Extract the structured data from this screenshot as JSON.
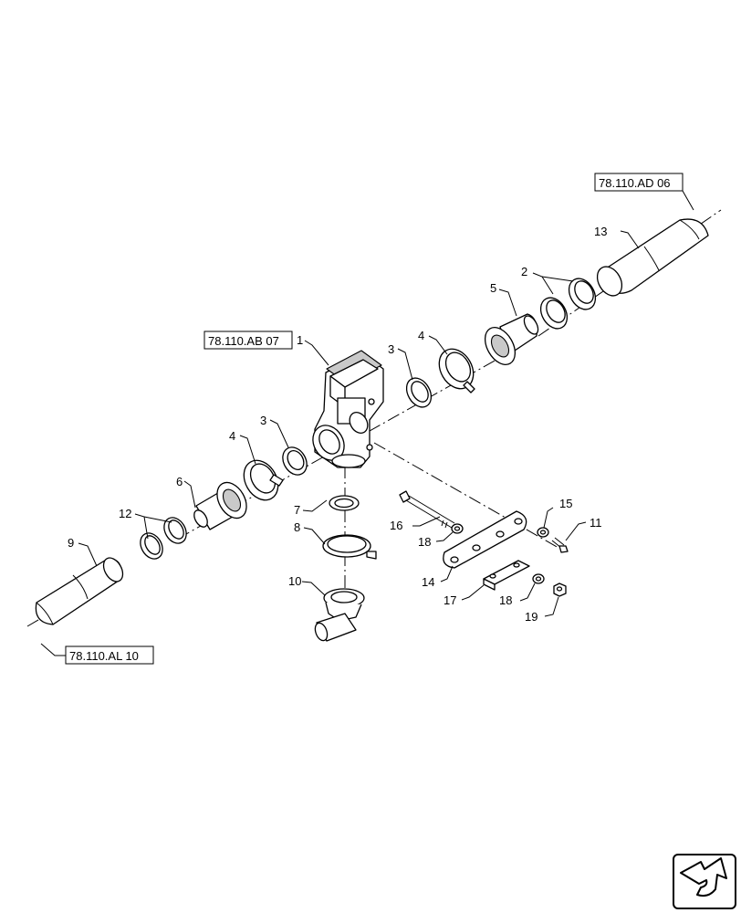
{
  "references": {
    "ref_top": "78.110.AD 06",
    "ref_mid": "78.110.AB 07",
    "ref_bottom": "78.110.AL 10"
  },
  "callouts": {
    "c1": "1",
    "c2": "2",
    "c3a": "3",
    "c3b": "3",
    "c4a": "4",
    "c4b": "4",
    "c5": "5",
    "c6": "6",
    "c7": "7",
    "c8": "8",
    "c9": "9",
    "c10": "10",
    "c11": "11",
    "c12": "12",
    "c13": "13",
    "c14": "14",
    "c15": "15",
    "c16": "16",
    "c17": "17",
    "c18a": "18",
    "c18b": "18",
    "c19": "19"
  },
  "icons": {
    "nav": "next-page-arrow-icon"
  }
}
